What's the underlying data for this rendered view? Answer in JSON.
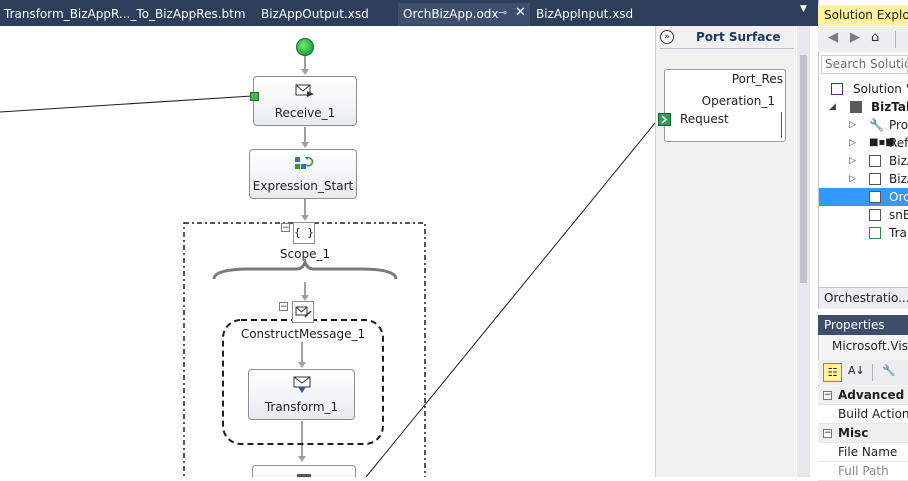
{
  "tabs": [
    {
      "label": "Transform_BizAppR..._To_BizAppRes.btm",
      "active": false
    },
    {
      "label": "BizAppOutput.xsd",
      "active": false
    },
    {
      "label": "OrchBizApp.odx",
      "active": true
    },
    {
      "label": "BizAppInput.xsd",
      "active": false
    }
  ],
  "orchestration": {
    "receive_label": "Receive_1",
    "expression_label": "Expression_Start",
    "scope_label": "Scope_1",
    "construct_label": "ConstructMessage_1",
    "transform_label": "Transform_1"
  },
  "port_surface": {
    "title": "Port Surface",
    "port_name": "Port_Res",
    "operation": "Operation_1",
    "request": "Request"
  },
  "solution_explorer": {
    "title": "Solution Explorer",
    "search_placeholder": "Search Solution",
    "items": [
      {
        "label": "Solution 'B",
        "level": 0
      },
      {
        "label": "BizTalk",
        "level": 1
      },
      {
        "label": "Pro",
        "level": 2
      },
      {
        "label": "Refe",
        "level": 2
      },
      {
        "label": "BizA",
        "level": 2
      },
      {
        "label": "BizA",
        "level": 2
      },
      {
        "label": "Orc",
        "level": 2,
        "selected": true
      },
      {
        "label": "snB",
        "level": 2
      },
      {
        "label": "Tran",
        "level": 2
      }
    ]
  },
  "orchestration_view_tab": "Orchestratio...",
  "properties": {
    "title": "Properties",
    "object": "Microsoft.Visu",
    "rows": [
      {
        "label": "Advanced",
        "category": true
      },
      {
        "label": "Build Action",
        "category": false
      },
      {
        "label": "Misc",
        "category": true
      },
      {
        "label": "File Name",
        "category": false
      },
      {
        "label": "Full Path",
        "category": false
      }
    ]
  },
  "colors": {
    "tab_strip": "#2d3e5a",
    "active_tab": "#3e4f6e",
    "selection": "#3399ff",
    "highlight_title": "#fff29d",
    "start_shape": "#22b14c"
  }
}
